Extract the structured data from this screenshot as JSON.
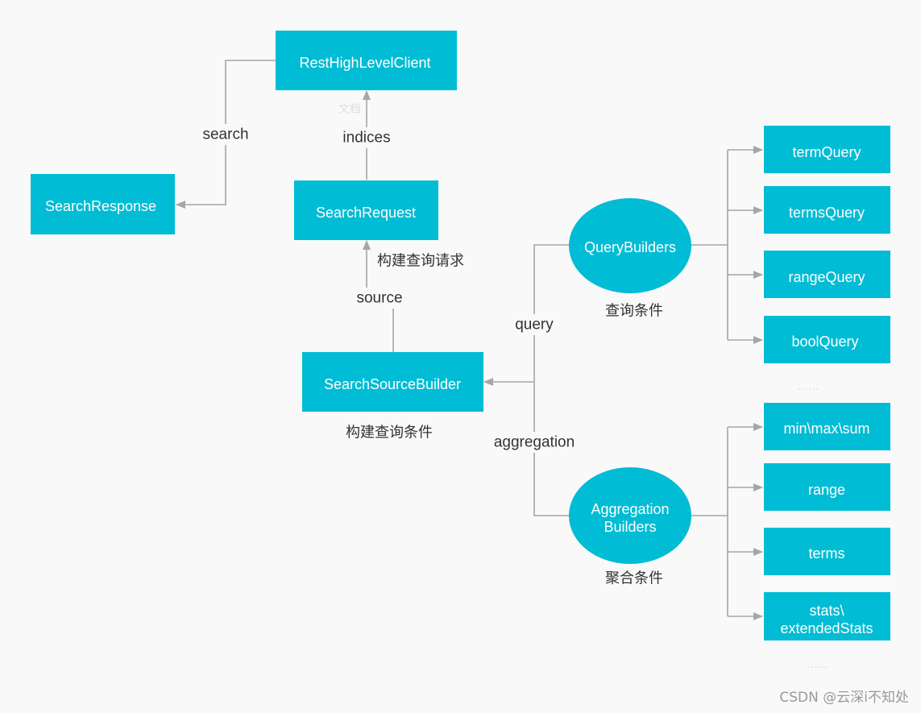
{
  "colors": {
    "node": "#00bcd4",
    "edge": "#a6a6a6",
    "text": "#333333",
    "background": "#f9f9f9"
  },
  "nodes": {
    "rest_client": "RestHighLevelClient",
    "search_response": "SearchResponse",
    "search_request": "SearchRequest",
    "search_source_builder": "SearchSourceBuilder",
    "query_builders": "QueryBuilders",
    "aggregation_builders": [
      "Aggregation",
      "Builders"
    ],
    "queries": [
      "termQuery",
      "termsQuery",
      "rangeQuery",
      "boolQuery"
    ],
    "aggregations": [
      [
        "min\\max\\sum"
      ],
      [
        "range"
      ],
      [
        "terms"
      ],
      [
        "stats\\",
        "extendedStats"
      ]
    ]
  },
  "edges": {
    "search": "search",
    "indices": "indices",
    "source": "source",
    "query": "query",
    "aggregation": "aggregation"
  },
  "captions": {
    "build_request": "构建查询请求",
    "build_conditions": "构建查询条件",
    "query_conditions": "查询条件",
    "aggregation_conditions": "聚合条件",
    "faint_partial": "文档",
    "more_queries": "......",
    "more_aggregations": "......"
  },
  "watermark": "CSDN @云深i不知处"
}
